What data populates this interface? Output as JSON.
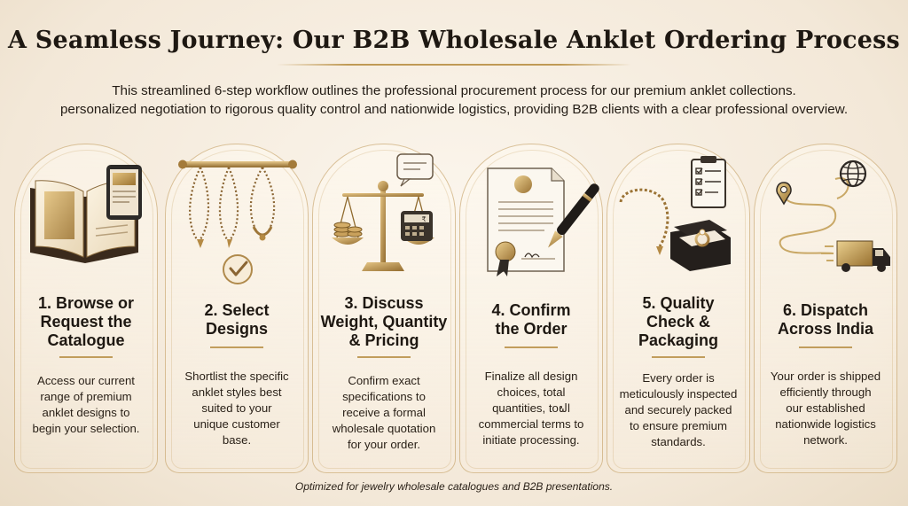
{
  "title": "A Seamless Journey: Our B2B Wholesale Anklet Ordering Process",
  "subtitle": [
    "This streamlined 6-step workflow outlines the professional procurement process for our premium anklet collections.",
    "personalized negotiation to rigorous quality control and nationwide logistics, providing B2B clients with a clear professional overview."
  ],
  "steps": [
    {
      "title_lines": [
        "1. Browse or",
        "Request the",
        "Catalogue"
      ],
      "desc_lines": [
        "Access our current",
        "range of premium",
        "anklet designs to",
        "begin your selection."
      ],
      "icon": "catalogue-book-tablet-icon"
    },
    {
      "title_lines": [
        "2. Select",
        "Designs"
      ],
      "desc_lines": [
        "Shortlist the specific",
        "anklet styles best",
        "suited to your",
        "unique customer",
        "base."
      ],
      "icon": "anklets-on-rack-checkmark-icon"
    },
    {
      "title_lines": [
        "3. Discuss",
        "Weight, Quantity",
        "& Pricing"
      ],
      "desc_lines": [
        "Confirm exact",
        "specifications to",
        "receive a formal",
        "wholesale quotation",
        "for your order."
      ],
      "icon": "balance-scale-calculator-icon"
    },
    {
      "title_lines": [
        "4. Confirm",
        "the Order"
      ],
      "desc_lines": [
        "Finalize all design",
        "choices, total",
        "quantities, toຝl",
        "commercial terms to",
        "initiate processing."
      ],
      "icon": "signed-contract-pen-icon"
    },
    {
      "title_lines": [
        "5. Quality",
        "Check &",
        "Packaging"
      ],
      "desc_lines": [
        "Every order is",
        "meticulously inspected",
        "and securely packed",
        "to ensure premium",
        "standards."
      ],
      "icon": "checklist-jewelry-box-icon"
    },
    {
      "title_lines": [
        "6. Dispatch",
        "Across India"
      ],
      "desc_lines": [
        "Your order is shipped",
        "efficiently through",
        "our established",
        "nationwide logistics",
        "network."
      ],
      "icon": "globe-route-truck-icon"
    }
  ],
  "calculator_symbol": "₹",
  "footer": "Optimized for jewelry wholesale catalogues and B2B presentations.",
  "colors": {
    "background": "#f5ecdf",
    "gold": "#c19d5c",
    "text": "#1e1812"
  }
}
